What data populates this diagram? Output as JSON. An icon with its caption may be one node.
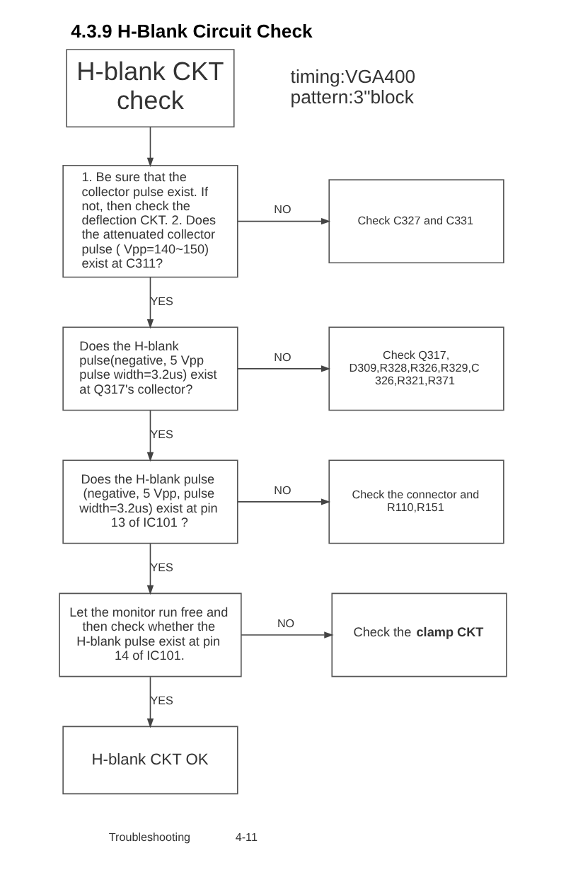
{
  "diagram": {
    "title": "4.3.9 H-Blank Circuit Check",
    "nodes": [
      {
        "text": [
          "H-blank CKT check"
        ]
      },
      {
        "text": [
          "1. Be sure that the collector pulse exist. If not, then check the deflection CKT. 2. Does the attenuated collector pulse ( Vpp=140~150) exist at C311?"
        ]
      },
      {
        "text": [
          "Check C327 and C331"
        ]
      },
      {
        "text": [
          "Does the H-blank pulse(negative, 5 Vpp pulse width=3.2us) exist at Q317's collector?"
        ]
      },
      {
        "text": [
          "Check Q317, D309,R328,R326,R329,C 326,R321,R371"
        ]
      },
      {
        "text": [
          "Does the H-blank pulse (negative, 5 Vpp, pulse width=3.2us) exist at pin 13 of IC101 ?"
        ]
      },
      {
        "text": [
          "Check the connector and R110,R151"
        ]
      },
      {
        "text": [
          "Let the monitor run free and then check whether the H-blank pulse exist at pin 14 of IC101."
        ]
      },
      {
        "text": [
          "Check the **clamp CKT**"
        ]
      },
      {
        "text": [
          "H-blank CKT OK"
        ]
      }
    ],
    "edges": [
      {
        "from": 0,
        "to": 1,
        "arrow": "to"
      },
      {
        "from": 1,
        "to": 2,
        "arrow": "to",
        "label": "NO"
      },
      {
        "from": 1,
        "to": 3,
        "arrow": "to",
        "label": "YES"
      },
      {
        "from": 3,
        "to": 4,
        "arrow": "to",
        "label": "NO"
      },
      {
        "from": 3,
        "to": 5,
        "arrow": "to",
        "label": "YES"
      },
      {
        "from": 5,
        "to": 6,
        "arrow": "to",
        "label": "NO"
      },
      {
        "from": 5,
        "to": 7,
        "arrow": "to",
        "label": "YES"
      },
      {
        "from": 7,
        "to": 8,
        "arrow": "to",
        "label": "NO"
      },
      {
        "from": 7,
        "to": 9,
        "arrow": "to",
        "label": "YES"
      }
    ],
    "labels": [
      "timing:VGA400 pattern:3\"block",
      "Troubleshooting",
      "4-11"
    ]
  }
}
